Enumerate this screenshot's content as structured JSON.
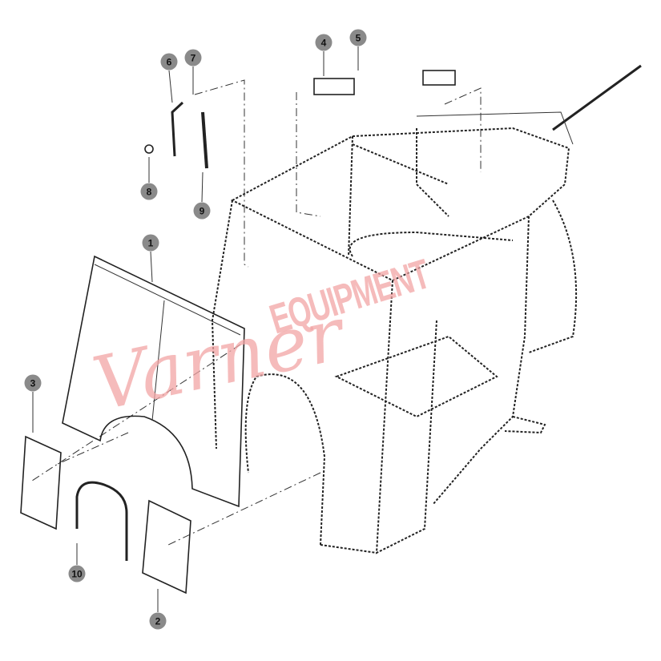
{
  "diagram": {
    "callouts": [
      {
        "id": "1",
        "label": "1"
      },
      {
        "id": "2",
        "label": "2"
      },
      {
        "id": "3",
        "label": "3"
      },
      {
        "id": "4",
        "label": "4"
      },
      {
        "id": "5",
        "label": "5"
      },
      {
        "id": "6",
        "label": "6"
      },
      {
        "id": "7",
        "label": "7"
      },
      {
        "id": "8",
        "label": "8"
      },
      {
        "id": "9",
        "label": "9"
      },
      {
        "id": "10",
        "label": "10"
      }
    ],
    "watermark": {
      "script": "Varner",
      "block": "EQUIPMENT"
    },
    "colors": {
      "callout": "#8a8a8a",
      "watermark": "#f2a5a5",
      "line": "#222222"
    }
  }
}
